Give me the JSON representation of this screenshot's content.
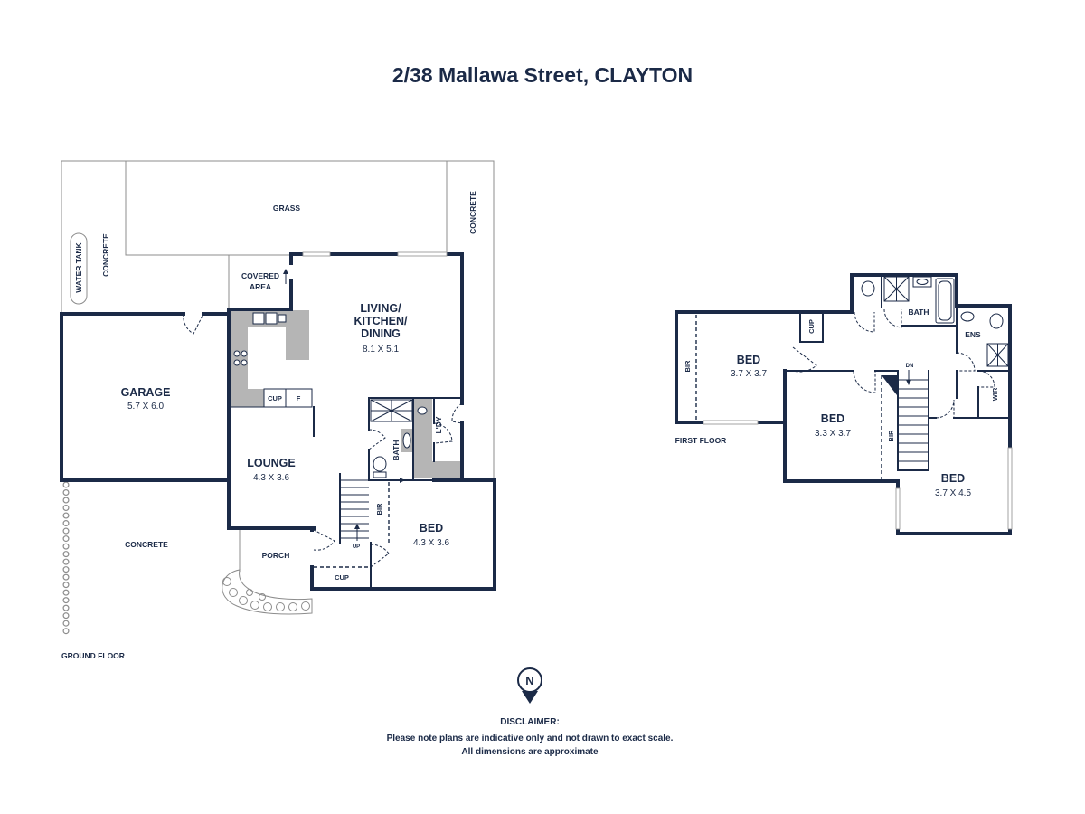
{
  "title": "2/38 Mallawa Street, CLAYTON",
  "colors": {
    "wall": "#1b2a47",
    "fixture": "#b5b5b5",
    "site_line": "#8c8c8c",
    "window": "#9a9a9a"
  },
  "ground_floor": {
    "label": "GROUND FLOOR",
    "grass": "GRASS",
    "concrete_east": "CONCRETE",
    "concrete_west": "CONCRETE",
    "concrete_front": "CONCRETE",
    "water_tank": "WATER TANK",
    "covered_area": [
      "COVERED",
      "AREA"
    ],
    "living": {
      "name": [
        "LIVING/",
        "KITCHEN/",
        "DINING"
      ],
      "size": "8.1 X 5.1"
    },
    "garage": {
      "name": "GARAGE",
      "size": "5.7 X 6.0"
    },
    "lounge": {
      "name": "LOUNGE",
      "size": "4.3 X 3.6"
    },
    "bed": {
      "name": "BED",
      "size": "4.3 X 3.6"
    },
    "kitchen_cup": "CUP",
    "fridge": "F",
    "laundry": "L'DY",
    "bath": "BATH",
    "bir": "BIR",
    "stairs": "UP",
    "porch": "PORCH",
    "porch_cup": "CUP"
  },
  "first_floor": {
    "label": "FIRST FLOOR",
    "bed_1": {
      "name": "BED",
      "size": "3.7 X 3.7",
      "bir": "BIR"
    },
    "cup": "CUP",
    "bath": "BATH",
    "ens": "ENS",
    "stairs": "DN",
    "bed_2": {
      "name": "BED",
      "size": "3.3 X 3.7",
      "bir": "BIR"
    },
    "bed_3": {
      "name": "BED",
      "size": "3.7 X 4.5",
      "wir": "WIR"
    }
  },
  "north": "N",
  "disclaimer": {
    "heading": "DISCLAIMER:",
    "lines": [
      "Please note plans are indicative only and not drawn to exact scale.",
      "All dimensions are approximate"
    ]
  }
}
